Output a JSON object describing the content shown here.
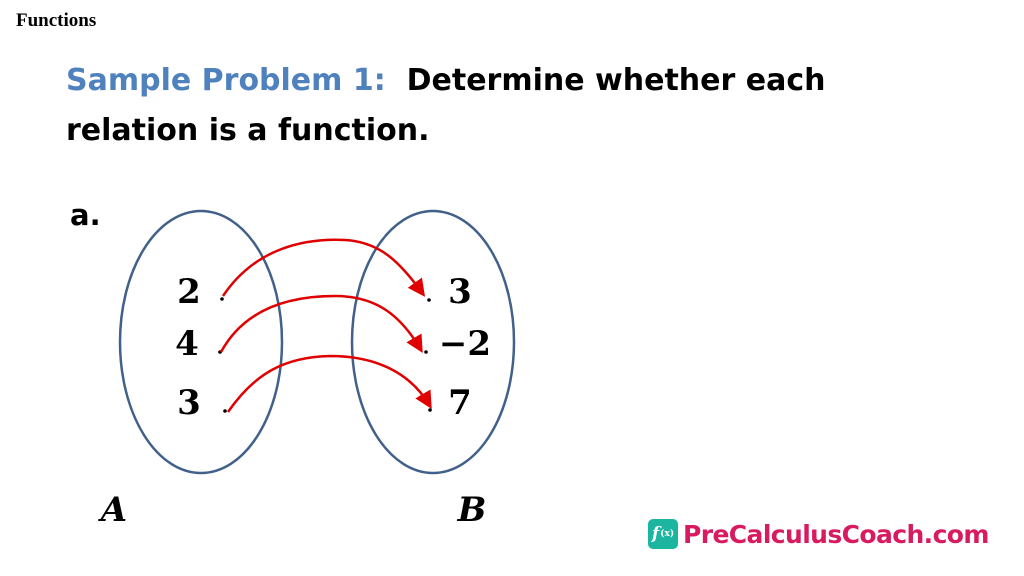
{
  "header": {
    "label": "Functions"
  },
  "problem": {
    "prefix": "Sample Problem 1",
    "colon": ":",
    "text": "Determine whether each relation is a function."
  },
  "part": {
    "label": "a."
  },
  "relation": {
    "domain": {
      "name": "A",
      "values": [
        "2",
        "4",
        "3"
      ]
    },
    "range": {
      "name": "B",
      "values": [
        "3",
        "−2",
        "7"
      ]
    },
    "mappings": [
      {
        "from": "2",
        "to": "3"
      },
      {
        "from": "4",
        "to": "−2"
      },
      {
        "from": "3",
        "to": "7"
      }
    ]
  },
  "logo": {
    "icon": "f",
    "icon_sub": "(x)",
    "text": "PreCalculusCoach.com"
  },
  "colors": {
    "accent": "#4f81bd",
    "arrow": "#e00000",
    "ellipse": "#41608a",
    "logo_text": "#d81b60",
    "logo_icon": "#1cb5a0"
  }
}
